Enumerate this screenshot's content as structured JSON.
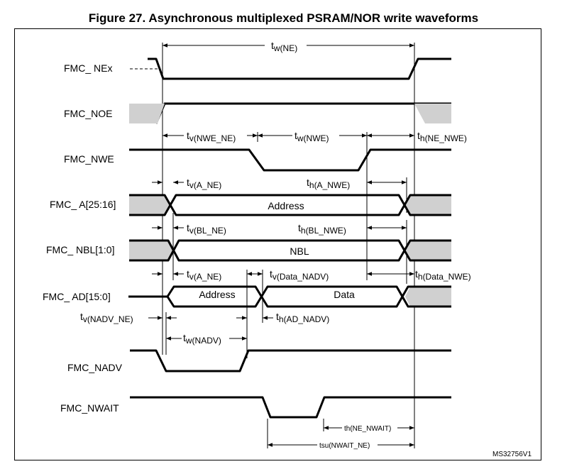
{
  "figure": {
    "title": "Figure 27. Asynchronous multiplexed PSRAM/NOR write waveforms",
    "reference": "MS32756V1"
  },
  "signals": {
    "ne": "FMC_  NEx",
    "noe": "FMC_NOE",
    "nwe": "FMC_NWE",
    "addr": "FMC_  A[25:16]",
    "nbl": "FMC_  NBL[1:0]",
    "ad": "FMC_  AD[15:0]",
    "nadv": "FMC_NADV",
    "nwait": "FMC_NWAIT"
  },
  "bus_labels": {
    "address": "Address",
    "nbl": "NBL",
    "ad_address": "Address",
    "ad_data": "Data"
  },
  "timings": {
    "tw_ne": {
      "main": "t",
      "sub": "w(NE)"
    },
    "tv_nwe_ne": {
      "main": "t",
      "sub": "v(NWE_NE)"
    },
    "tw_nwe": {
      "main": "t",
      "sub": "w(NWE)"
    },
    "th_ne_nwe": {
      "main": "t",
      "sub": "h(NE_NWE)"
    },
    "tv_a_ne": {
      "main": "t",
      "sub": "v(A_NE)"
    },
    "th_a_nwe": {
      "main": "t",
      "sub": "h(A_NWE)"
    },
    "tv_bl_ne": {
      "main": "t",
      "sub": "v(BL_NE)"
    },
    "th_bl_nwe": {
      "main": "t",
      "sub": "h(BL_NWE)"
    },
    "tv_a_ne_2": {
      "main": "t",
      "sub": "v(A_NE)"
    },
    "tv_data_nadv": {
      "main": "t",
      "sub": "v(Data_NADV)"
    },
    "th_data_nwe": {
      "main": "t",
      "sub": "h(Data_NWE)"
    },
    "tv_nadv_ne": {
      "main": "t",
      "sub": "v(NADV_NE)"
    },
    "th_ad_nadv": {
      "main": "t",
      "sub": "h(AD_NADV)"
    },
    "tw_nadv": {
      "main": "t",
      "sub": "w(NADV)"
    },
    "th_ne_nwait": "th(NE_NWAIT)",
    "tsu_nwait_ne": "tsu(NWAIT_NE)"
  }
}
